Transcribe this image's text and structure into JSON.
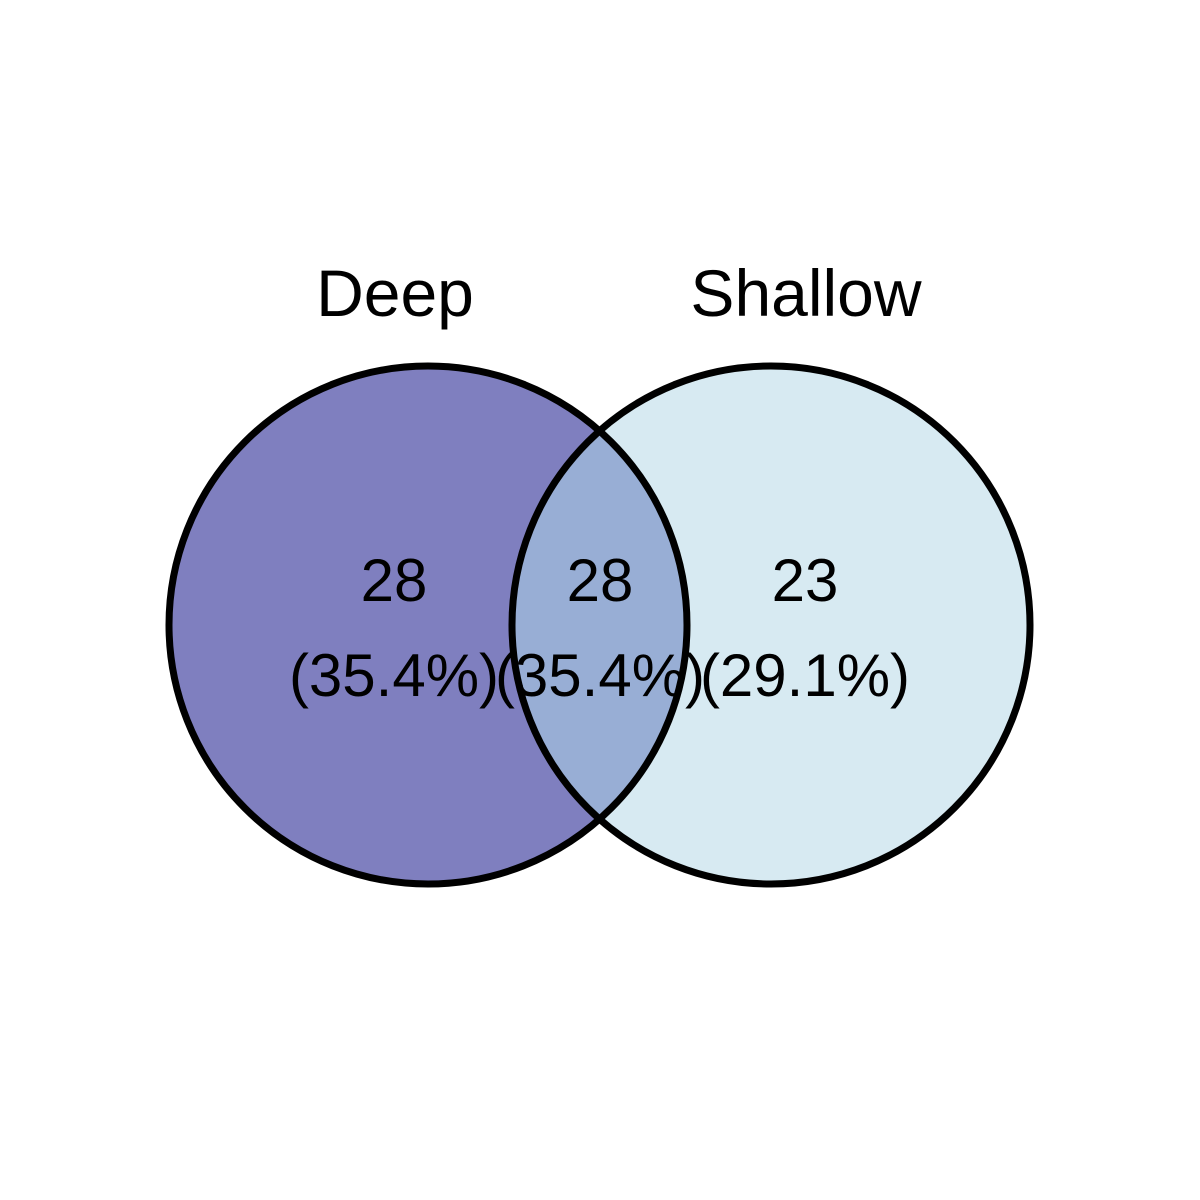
{
  "diagram": {
    "type": "venn",
    "sets": [
      {
        "name": "Deep",
        "color": "#7f7fbf"
      },
      {
        "name": "Shallow",
        "color": "#d7eaf2"
      }
    ],
    "overlap_color": "#98aed5",
    "outline_color": "#000000",
    "regions": [
      {
        "id": "deep_only",
        "count": "28",
        "percent": "(35.4%)"
      },
      {
        "id": "both",
        "count": "28",
        "percent": "(35.4%)"
      },
      {
        "id": "shallow_only",
        "count": "23",
        "percent": "(29.1%)"
      }
    ]
  }
}
